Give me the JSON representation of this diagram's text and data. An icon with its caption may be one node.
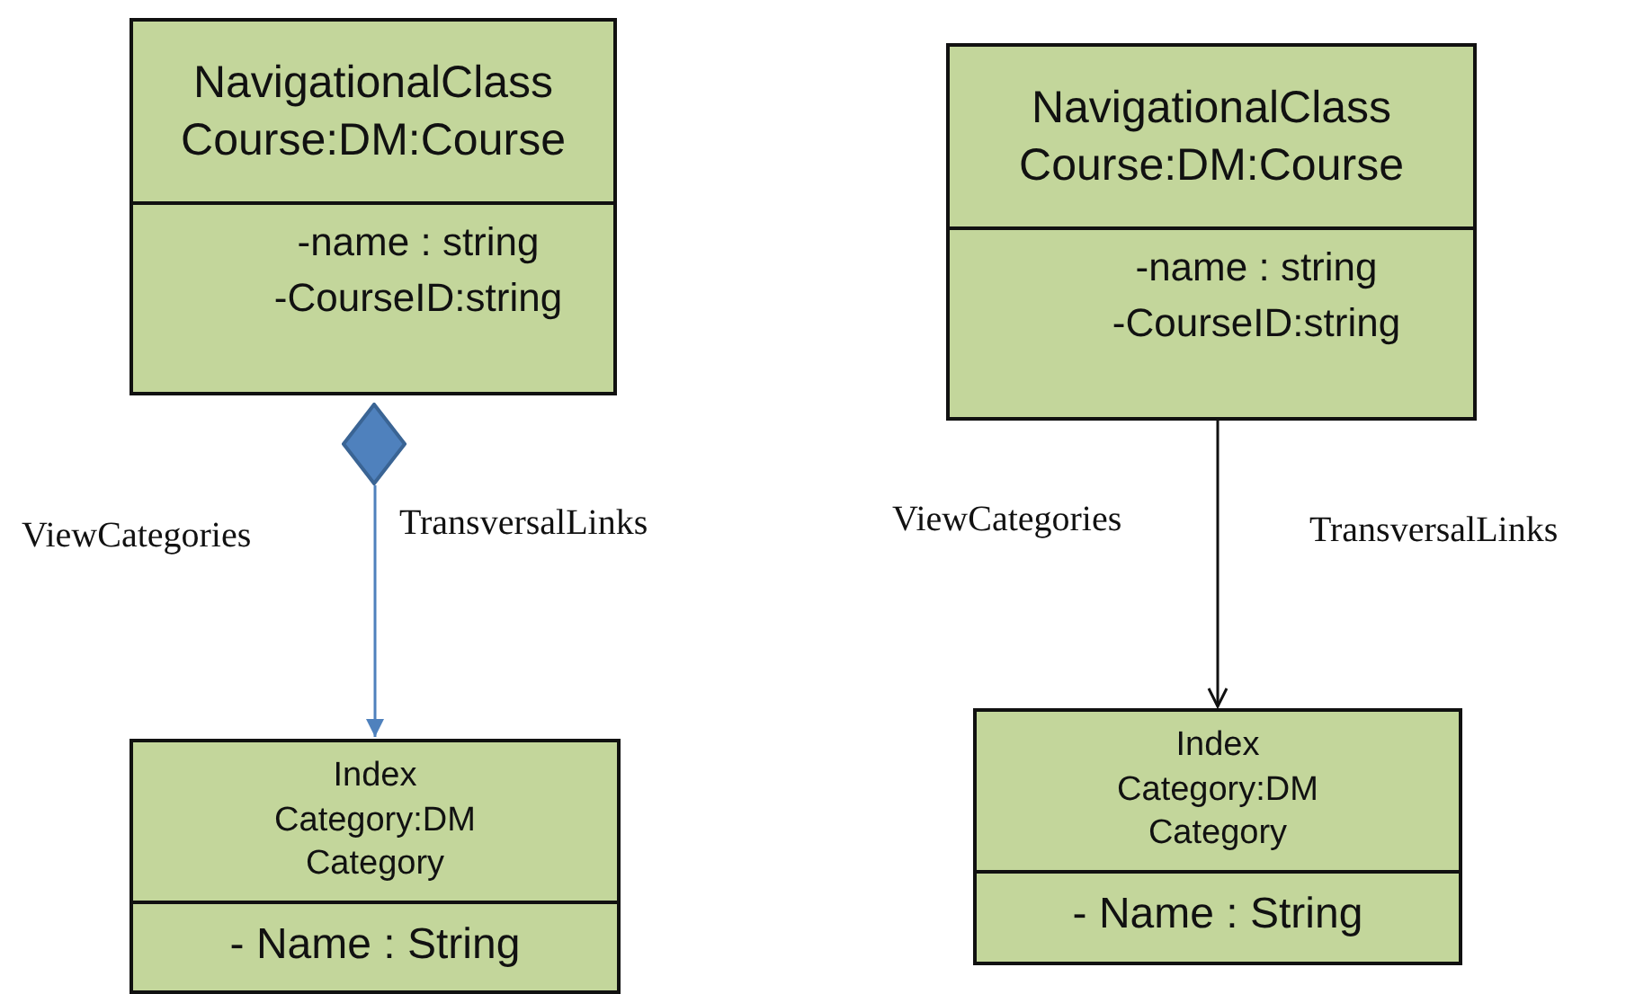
{
  "diagram": {
    "nodes": [
      {
        "text": [
          "NavigationalClass Course:DM:Course"
        ]
      },
      {
        "text": [
          "-name : string",
          "-CourseID:string"
        ],
        "in": 0
      },
      {
        "text": [
          "NavigationalClass Course:DM:Course"
        ]
      },
      {
        "text": [
          "-name : string",
          "-CourseID:string"
        ],
        "in": 2
      },
      {
        "text": [],
        "shape": "diamond"
      },
      {
        "text": [
          "Index Category:DM Category"
        ]
      },
      {
        "text": [
          "- Name : String"
        ],
        "in": 5
      },
      {
        "text": [
          "Index Category:DM Category"
        ]
      },
      {
        "text": [
          "- Name : String"
        ],
        "in": 7
      }
    ],
    "edges": [
      {
        "from": 4,
        "to": 5,
        "arrow": "to",
        "color": "#4f81bd"
      },
      {
        "from": 2,
        "to": 7,
        "arrow": "to",
        "color": "#111111"
      }
    ],
    "labels": [
      "ViewCategories",
      "TransversalLinks",
      "ViewCategories",
      "TransversalLinks"
    ]
  }
}
